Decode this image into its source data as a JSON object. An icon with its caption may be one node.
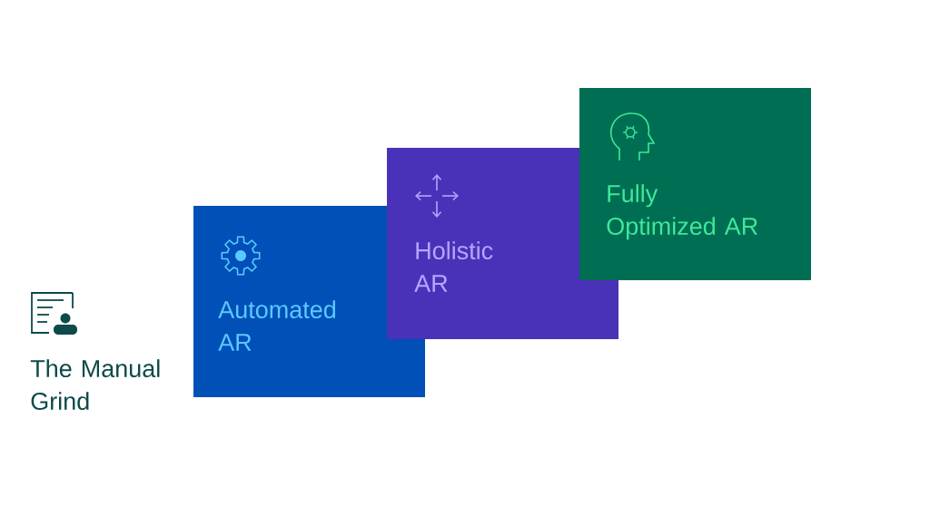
{
  "diagram": {
    "nodes": [
      {
        "text": [
          "The Manual Grind"
        ]
      },
      {
        "text": [
          "Automated AR"
        ]
      },
      {
        "text": [
          "Holistic AR"
        ]
      },
      {
        "text": [
          "Fully Optimized AR"
        ]
      }
    ]
  }
}
